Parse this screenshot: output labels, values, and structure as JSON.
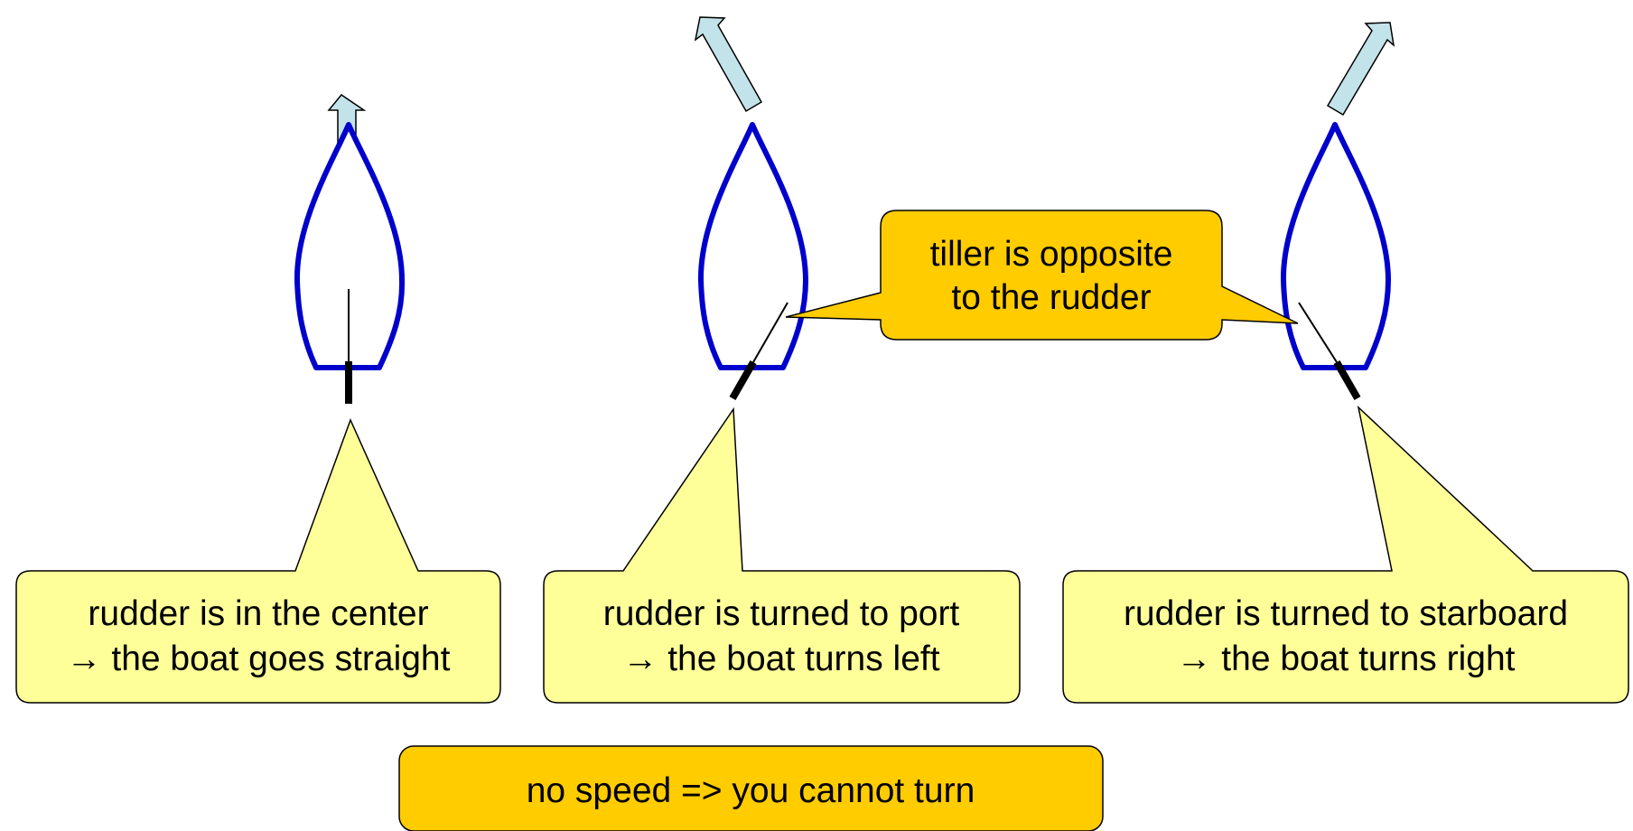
{
  "colors": {
    "hull": "#0000CC",
    "arrow_fill": "#C3E3EA",
    "callout_light": "#FFFF99",
    "callout_dark": "#FFCC00",
    "outline": "#000000"
  },
  "boats": [
    {
      "state": "rudder-center",
      "heading": "straight",
      "callout": {
        "line1": "rudder is in the center",
        "line2": "→ the boat goes straight"
      }
    },
    {
      "state": "rudder-port",
      "heading": "left",
      "callout": {
        "line1": "rudder is turned to port",
        "line2": "→ the boat turns left"
      }
    },
    {
      "state": "rudder-starboard",
      "heading": "right",
      "callout": {
        "line1": "rudder is turned to starboard",
        "line2": "→ the boat turns right"
      }
    }
  ],
  "tiller_note": {
    "line1": "tiller is opposite",
    "line2": "to the rudder"
  },
  "bottom_note": "no speed => you cannot turn"
}
